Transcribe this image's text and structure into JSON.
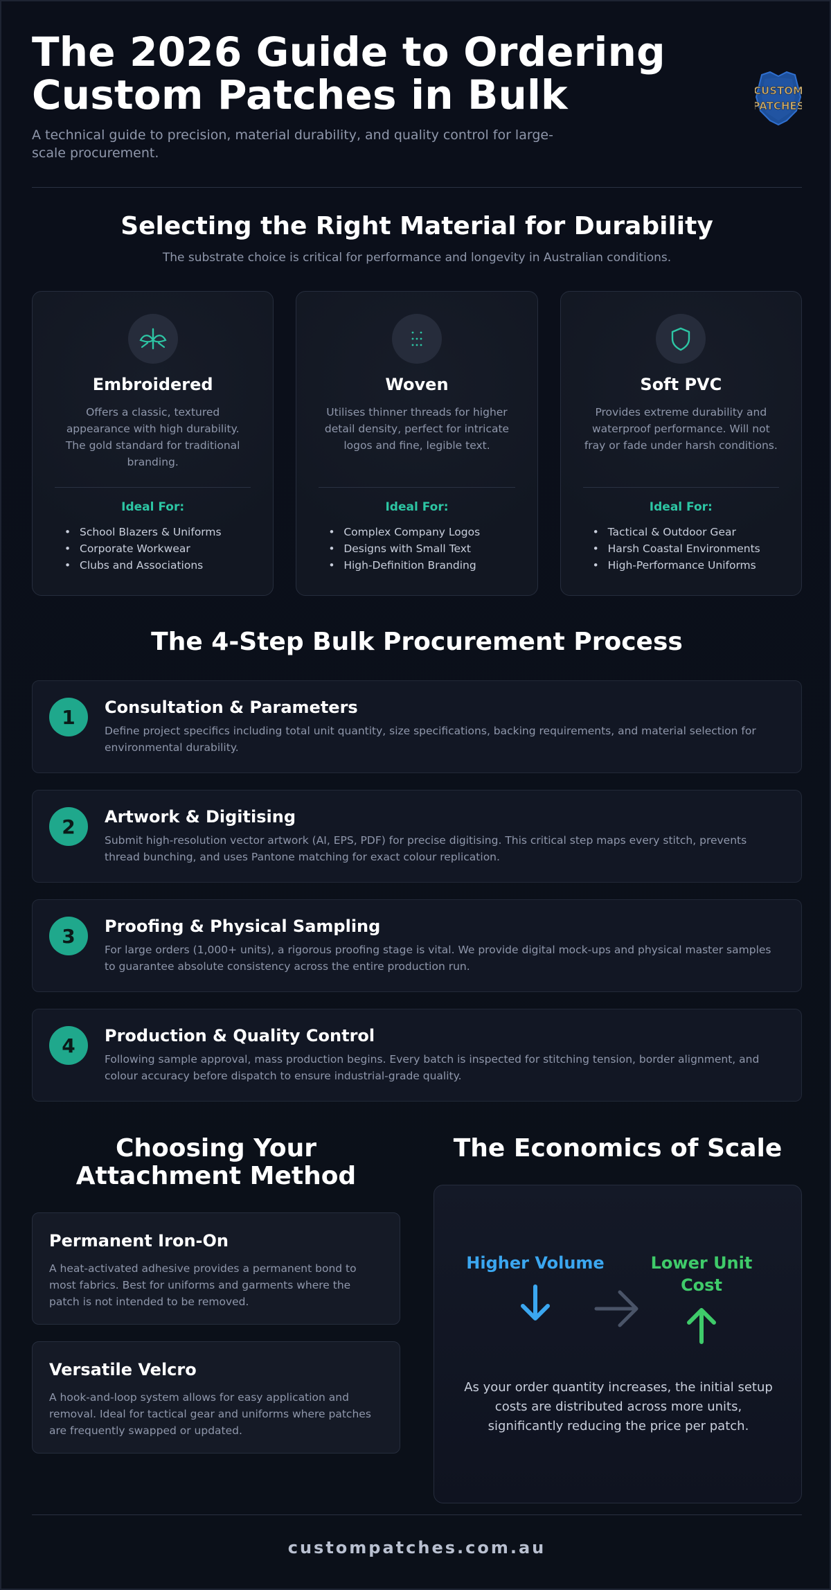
{
  "header": {
    "title": "The 2026 Guide to Ordering Custom Patches in Bulk",
    "subtitle": "A technical guide to precision, material durability, and quality control for large-scale procurement.",
    "logo_line1": "CUSTOM",
    "logo_line2": "PATCHES"
  },
  "materials": {
    "title": "Selecting the Right Material for Durability",
    "subtitle": "The substrate choice is critical for performance and longevity in Australian conditions.",
    "ideal_label": "Ideal For:",
    "cards": [
      {
        "icon": "embroidery-icon",
        "name": "Embroidered",
        "description": "Offers a classic, textured appearance with high durability. The gold standard for traditional branding.",
        "ideal_for": [
          "School Blazers & Uniforms",
          "Corporate Workwear",
          "Clubs and Associations"
        ]
      },
      {
        "icon": "woven-dots-icon",
        "name": "Woven",
        "description": "Utilises thinner threads for higher detail density, perfect for intricate logos and fine, legible text.",
        "ideal_for": [
          "Complex Company Logos",
          "Designs with Small Text",
          "High-Definition Branding"
        ]
      },
      {
        "icon": "shield-icon",
        "name": "Soft PVC",
        "description": "Provides extreme durability and waterproof performance. Will not fray or fade under harsh conditions.",
        "ideal_for": [
          "Tactical & Outdoor Gear",
          "Harsh Coastal Environments",
          "High-Performance Uniforms"
        ]
      }
    ]
  },
  "process": {
    "title": "The 4-Step Bulk Procurement Process",
    "steps": [
      {
        "number": "1",
        "title": "Consultation & Parameters",
        "description": "Define project specifics including total unit quantity, size specifications, backing requirements, and material selection for environmental durability."
      },
      {
        "number": "2",
        "title": "Artwork & Digitising",
        "description": "Submit high-resolution vector artwork (AI, EPS, PDF) for precise digitising. This critical step maps every stitch, prevents thread bunching, and uses Pantone matching for exact colour replication."
      },
      {
        "number": "3",
        "title": "Proofing & Physical Sampling",
        "description": "For large orders (1,000+ units), a rigorous proofing stage is vital. We provide digital mock-ups and physical master samples to guarantee absolute consistency across the entire production run."
      },
      {
        "number": "4",
        "title": "Production & Quality Control",
        "description": "Following sample approval, mass production begins. Every batch is inspected for stitching tension, border alignment, and colour accuracy before dispatch to ensure industrial-grade quality."
      }
    ]
  },
  "attachment": {
    "title": "Choosing Your Attachment Method",
    "options": [
      {
        "title": "Permanent Iron-On",
        "description": "A heat-activated adhesive provides a permanent bond to most fabrics. Best for uniforms and garments where the patch is not intended to be removed."
      },
      {
        "title": "Versatile Velcro",
        "description": "A hook-and-loop system allows for easy application and removal. Ideal for tactical gear and uniforms where patches are frequently swapped or updated."
      }
    ]
  },
  "economics": {
    "title": "The Economics of Scale",
    "left_label": "Higher Volume",
    "right_label": "Lower Unit Cost",
    "description": "As your order quantity increases, the initial setup costs are distributed across more units, significantly reducing the price per patch.",
    "colors": {
      "volume": "#3ba7f0",
      "cost": "#3fcb6a",
      "accent": "#2dc6a4"
    }
  },
  "footer": {
    "site": "custompatches.com.au"
  }
}
